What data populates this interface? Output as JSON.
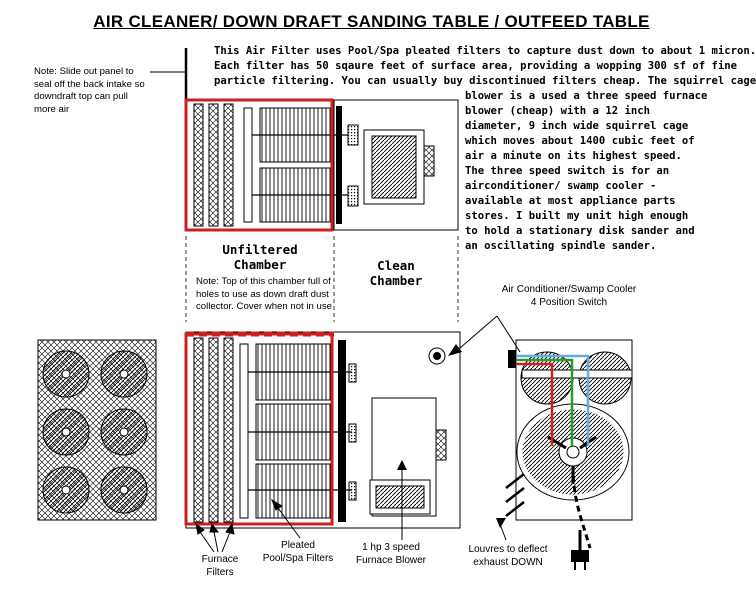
{
  "title": "AIR CLEANER/ DOWN DRAFT SANDING TABLE / OUTFEED TABLE",
  "description": [
    "This Air Filter uses Pool/Spa pleated filters to capture dust down to about 1 micron.",
    "Each filter has 50 sqaure feet of surface area, providing a wopping 300 sf of fine",
    "particle filtering.  You can usually buy discontinued filters cheap.  The squirrel cage",
    "blower is a used a three speed furnace",
    "blower (cheap) with a 12 inch",
    "diameter, 9 inch wide squirrel cage",
    "which moves about 1400 cubic feet of",
    "air a minute on its highest speed.",
    "The three speed  switch is for an",
    "airconditioner/ swamp cooler -",
    "available at most appliance parts",
    "stores.  I built my unit high enough",
    "to hold a stationary disk sander and",
    "an oscillating spindle sander."
  ],
  "notes": {
    "slide_out": "Note: Slide out panel to seal off the back intake so downdraft top can pull more air",
    "top_holes": "Note: Top of  this chamber full of  holes to use as down draft dust collector.  Cover when not in use"
  },
  "labels": {
    "unfiltered": [
      "Unfiltered",
      "Chamber"
    ],
    "clean": [
      "Clean",
      "Chamber"
    ],
    "switch": [
      "Air Conditioner/Swamp Cooler",
      "4 Position Switch"
    ],
    "furnace_filters": [
      "Furnace",
      "Filters"
    ],
    "pleated": [
      "Pleated",
      "Pool/Spa Filters"
    ],
    "blower": [
      "1 hp  3 speed",
      "Furnace Blower"
    ],
    "louvres": [
      "Louvres to deflect",
      "exhaust DOWN"
    ]
  },
  "colors": {
    "outline_red": "#cc1f1f",
    "wire_blue": "#6aa8e0",
    "wire_green": "#2a9a2a",
    "wire_red": "#d02020"
  }
}
